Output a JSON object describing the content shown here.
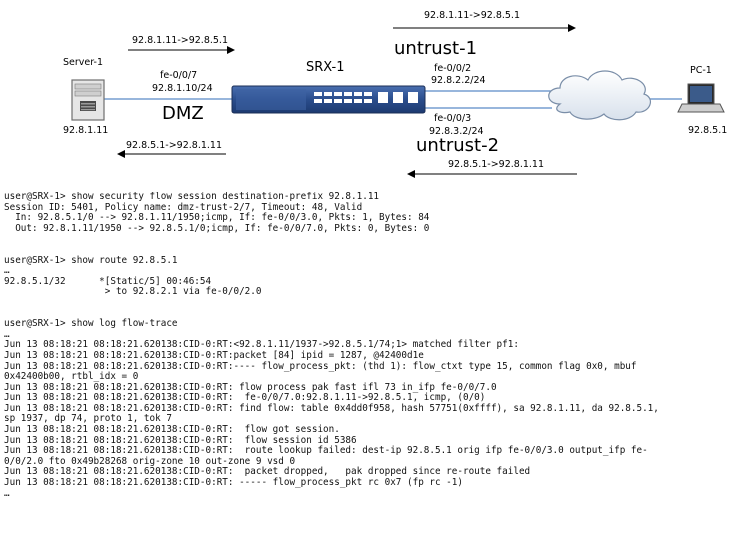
{
  "diagram": {
    "server": {
      "name": "Server-1",
      "ip": "92.8.1.11"
    },
    "srx": {
      "name": "SRX-1"
    },
    "pc": {
      "name": "PC-1",
      "ip": "92.8.5.1"
    },
    "dmz": {
      "zone": "DMZ",
      "interface": "fe-0/0/7",
      "address": "92.8.1.10/24"
    },
    "untrust1": {
      "zone": "untrust-1",
      "interface": "fe-0/0/2",
      "address": "92.8.2.2/24"
    },
    "untrust2": {
      "zone": "untrust-2",
      "interface": "fe-0/0/3",
      "address": "92.8.3.2/24"
    },
    "flows": {
      "top_right": "92.8.1.11->92.8.5.1",
      "top_left": "92.8.1.11->92.8.5.1",
      "bottom_left": "92.8.5.1->92.8.1.11",
      "bottom_right": "92.8.5.1->92.8.1.11"
    }
  },
  "terminal": {
    "block1": [
      "user@SRX-1> show security flow session destination-prefix 92.8.1.11",
      "Session ID: 5401, Policy name: dmz-trust-2/7, Timeout: 48, Valid",
      "  In: 92.8.5.1/0 --> 92.8.1.11/1950;icmp, If: fe-0/0/3.0, Pkts: 1, Bytes: 84",
      "  Out: 92.8.1.11/1950 --> 92.8.5.1/0;icmp, If: fe-0/0/7.0, Pkts: 0, Bytes: 0"
    ],
    "block2": [
      "user@SRX-1> show route 92.8.5.1",
      "…",
      "92.8.5.1/32      *[Static/5] 00:46:54",
      "                  > to 92.8.2.1 via fe-0/0/2.0"
    ],
    "block3": [
      "user@SRX-1> show log flow-trace",
      "…",
      "Jun 13 08:18:21 08:18:21.620138:CID-0:RT:<92.8.1.11/1937->92.8.5.1/74;1> matched filter pf1:",
      "Jun 13 08:18:21 08:18:21.620138:CID-0:RT:packet [84] ipid = 1287, @42400d1e",
      "Jun 13 08:18:21 08:18:21.620138:CID-0:RT:---- flow_process_pkt: (thd 1): flow_ctxt type 15, common flag 0x0, mbuf",
      "0x42400b00, rtbl_idx = 0",
      "Jun 13 08:18:21 08:18:21.620138:CID-0:RT: flow process pak fast ifl 73 in_ifp fe-0/0/7.0",
      "Jun 13 08:18:21 08:18:21.620138:CID-0:RT:  fe-0/0/7.0:92.8.1.11->92.8.5.1, icmp, (0/0)",
      "Jun 13 08:18:21 08:18:21.620138:CID-0:RT: find flow: table 0x4dd0f958, hash 57751(0xffff), sa 92.8.1.11, da 92.8.5.1,",
      "sp 1937, dp 74, proto 1, tok 7",
      "Jun 13 08:18:21 08:18:21.620138:CID-0:RT:  flow got session.",
      "Jun 13 08:18:21 08:18:21.620138:CID-0:RT:  flow session id 5386",
      "Jun 13 08:18:21 08:18:21.620138:CID-0:RT:  route lookup failed: dest-ip 92.8.5.1 orig ifp fe-0/0/3.0 output_ifp fe-",
      "0/0/2.0 fto 0x49b28268 orig-zone 10 out-zone 9 vsd 0",
      "Jun 13 08:18:21 08:18:21.620138:CID-0:RT:  packet dropped,   pak dropped since re-route failed",
      "Jun 13 08:18:21 08:18:21.620138:CID-0:RT: ----- flow_process_pkt rc 0x7 (fp rc -1)",
      "…"
    ]
  }
}
